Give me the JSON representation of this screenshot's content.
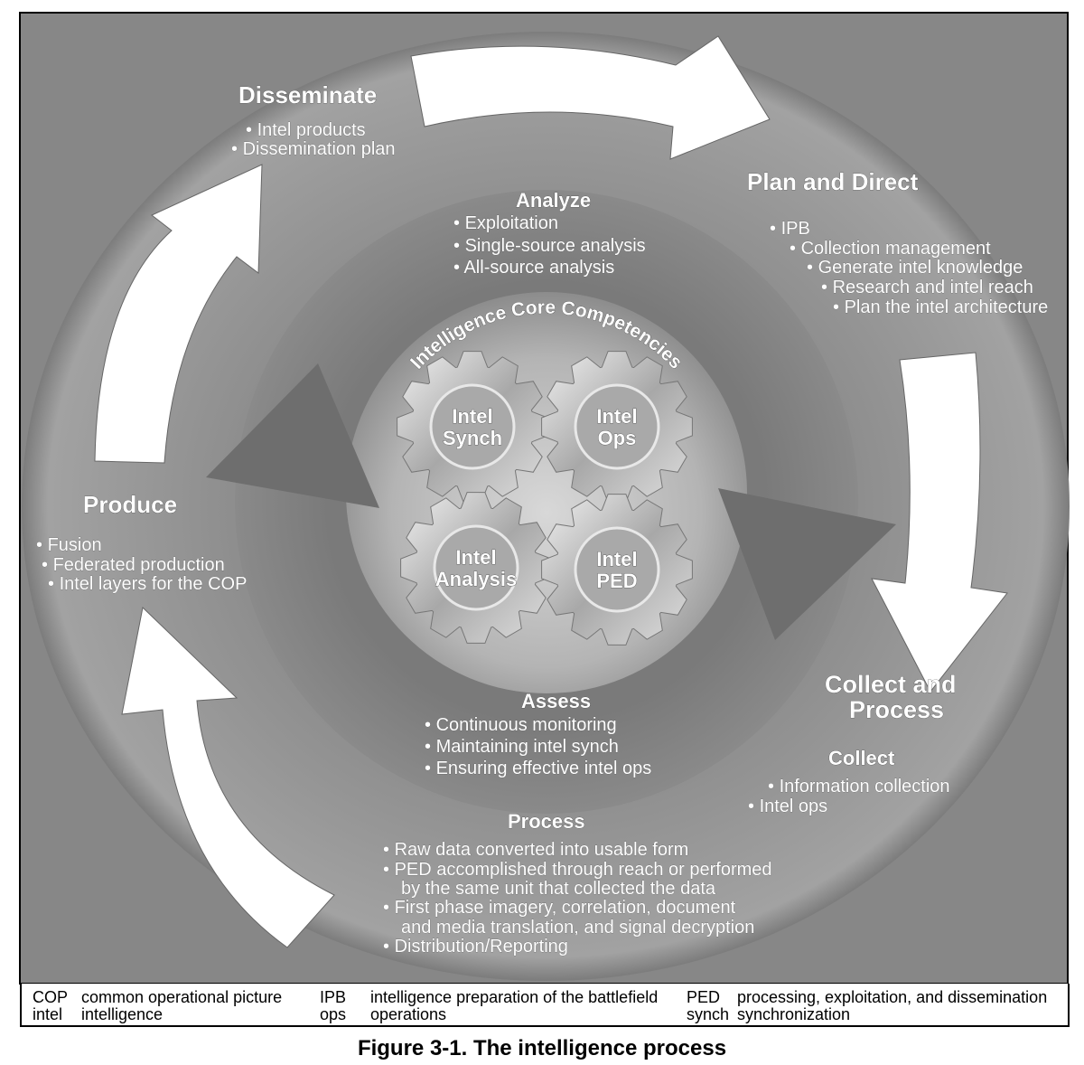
{
  "figure": {
    "caption": "Figure 3-1. The intelligence process",
    "colors": {
      "background": "#8a8a8a",
      "outer_ring": "#959595",
      "inner_ring": "#7b7b7b",
      "center": "#c8c8c8",
      "arrow": "#ffffff"
    },
    "center_title": "Intelligence Core Competencies",
    "gears": [
      "Intel|Synch",
      "Intel|Ops",
      "Intel|Analysis",
      "Intel|PED"
    ],
    "gear_lines": [
      [
        "Intel",
        "Synch"
      ],
      [
        "Intel",
        "Ops"
      ],
      [
        "Intel",
        "Analysis"
      ],
      [
        "Intel",
        "PED"
      ]
    ],
    "disseminate": {
      "title": "Disseminate",
      "items": [
        "Intel products",
        "Dissemination plan"
      ]
    },
    "plan": {
      "title": "Plan and Direct",
      "items": [
        "IPB",
        "Collection management",
        "Generate intel knowledge",
        "Research and intel reach",
        "Plan the intel architecture"
      ]
    },
    "collect_process": {
      "title_lines": [
        "Collect and",
        "Process"
      ]
    },
    "collect": {
      "title": "Collect",
      "items": [
        "Information collection",
        "Intel ops"
      ]
    },
    "process": {
      "title": "Process",
      "lines": [
        "Raw data converted into usable form",
        "PED accomplished through reach or performed",
        "by the same unit that collected the data",
        "First phase imagery, correlation, document",
        "and media translation, and signal decryption",
        "Distribution/Reporting"
      ]
    },
    "produce": {
      "title": "Produce",
      "items": [
        "Fusion",
        "Federated  production",
        "Intel layers for the COP"
      ]
    },
    "analyze": {
      "title": "Analyze",
      "items": [
        "Exploitation",
        "Single-source analysis",
        "All-source analysis"
      ]
    },
    "assess": {
      "title": "Assess",
      "items": [
        "Continuous monitoring",
        "Maintaining intel synch",
        "Ensuring effective intel ops"
      ]
    },
    "legend": [
      {
        "abbr": "COP",
        "def": "common operational picture"
      },
      {
        "abbr": "intel",
        "def": "intelligence"
      },
      {
        "abbr": "IPB",
        "def": "intelligence preparation of the battlefield"
      },
      {
        "abbr": "ops",
        "def": "operations"
      },
      {
        "abbr": "PED",
        "def": "processing, exploitation, and dissemination"
      },
      {
        "abbr": "synch",
        "def": "synchronization"
      }
    ]
  }
}
